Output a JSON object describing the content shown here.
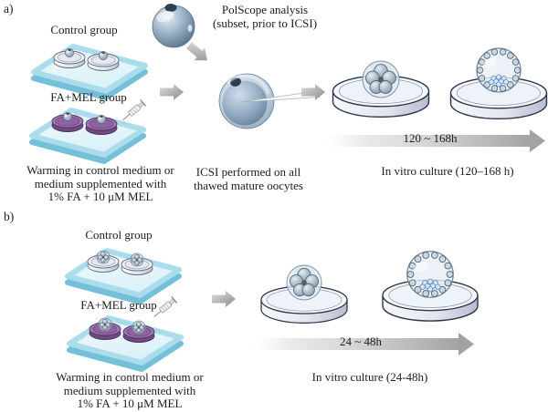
{
  "figure": {
    "panel_a": {
      "label": "a)",
      "control_group": "Control group",
      "famel_group": "FA+MEL group",
      "warming": [
        "Warming in control medium or",
        "medium supplemented with",
        "1% FA + 10 μM MEL"
      ],
      "polscope": [
        "PolScope analysis",
        "(subset, prior to ICSI)"
      ],
      "icsi": [
        "ICSI performed on all",
        "thawed mature oocytes"
      ],
      "timeline": "120 ~ 168h",
      "culture": "In vitro culture (120–168 h)"
    },
    "panel_b": {
      "label": "b)",
      "control_group": "Control group",
      "famel_group": "FA+MEL group",
      "warming": [
        "Warming in control medium or",
        "medium supplemented with",
        "1% FA + 10 μM MEL"
      ],
      "timeline": "24 ~ 48h",
      "culture": "In vitro culture (24-48h)"
    }
  },
  "icons": {
    "syringe": "syringe-icon",
    "arrow_right": "arrow-right-icon",
    "arrow_bend": "arrow-bend-down-right-icon",
    "timeline_arrow": "timeline-arrow",
    "oocyte": "oocyte-sphere",
    "cleaved_embryo": "cleaved-embryo-morula",
    "blastocyst": "blastocyst-sphere",
    "petri_dish": "petri-dish",
    "culture_plate": "culture-plate"
  },
  "colors": {
    "plate_blue_top": "#e0f3f9",
    "plate_blue_side": "#74c0d8",
    "control_dish_gray": "#eef2f6",
    "famel_dish_purple": "#a177b3",
    "famel_dish_rim": "#6f4a80",
    "oocyte_blue_gray": "#8ba4bc",
    "icm_blue": "#5d8fc7",
    "arrow_gray": "#a2a2a2",
    "dish_outline_navy": "#2c3547",
    "text_black": "#1c1c1c"
  }
}
